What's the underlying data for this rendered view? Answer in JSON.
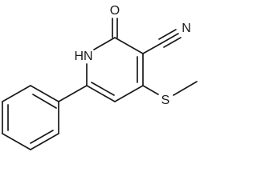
{
  "molecule": {
    "atoms": {
      "oxygen": "O",
      "nitrile_nitrogen": "N",
      "ring_nh": "HN",
      "sulfur": "S"
    }
  }
}
